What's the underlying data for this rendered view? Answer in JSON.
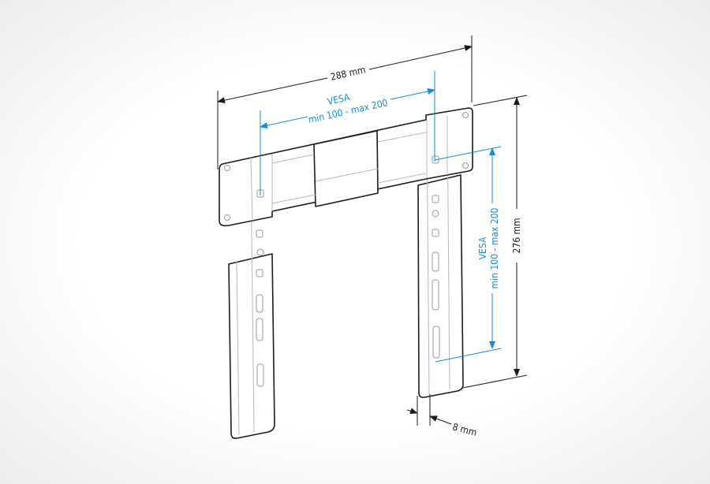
{
  "dimensions": {
    "width_label": "288 mm",
    "height_label": "276 mm",
    "depth_label": "8 mm",
    "vesa_horizontal": {
      "title": "VESA",
      "range": "min 100 - max 200"
    },
    "vesa_vertical": {
      "title": "VESA",
      "range": "min 100 - max 200"
    }
  },
  "colors": {
    "line": "#1a1a1a",
    "vesa": "#1a8ad4"
  }
}
